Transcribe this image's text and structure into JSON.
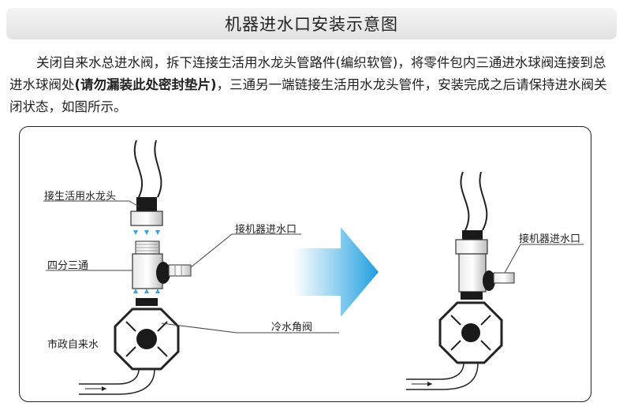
{
  "title": "机器进水口安装示意图",
  "intro": {
    "part1": "关闭自来水总进水阀，拆下连接生活用水龙头管路件(编织软管)，将零件包内三通进水球阀连接到总进水球阀处",
    "bold": "(请勿漏装此处密封垫片)",
    "part2": "，三通另一端链接生活用水龙头管件，安装完成之后请保持进水阀关闭状态，如图所示。"
  },
  "labels": {
    "faucet_connect": "接生活用水龙头",
    "machine_inlet_left": "接机器进水口",
    "tee": "四分三通",
    "cold_valve": "冷水角阀",
    "municipal_water": "市政自来水",
    "machine_inlet_right": "接机器进水口"
  },
  "colors": {
    "arrow_blue": "#29a8e0",
    "flow_arrow_blue": "#3aa0e0",
    "outline": "#222222"
  }
}
